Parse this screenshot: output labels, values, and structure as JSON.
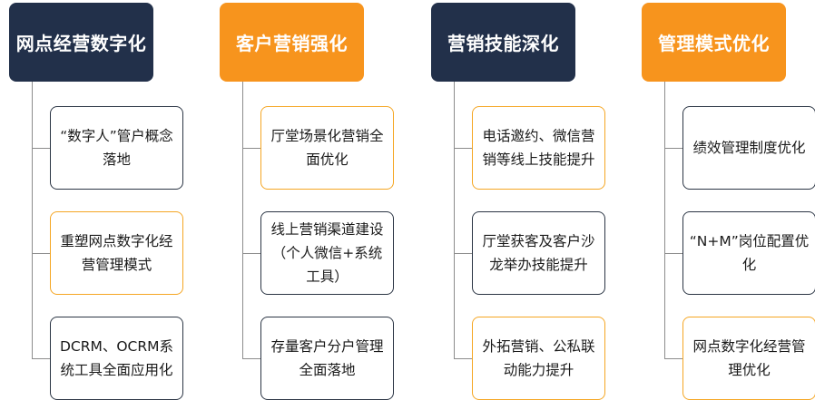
{
  "colors": {
    "navy": "#22304a",
    "orange": "#f7941d",
    "card_border_navy": "#2b3544",
    "card_border_orange": "#f5a623",
    "connector": "#8c8c8c"
  },
  "columns": [
    {
      "title": "网点经营数字化",
      "header_color": "navy",
      "items": [
        {
          "text": "“数字人”管户概念落地",
          "border": "navy"
        },
        {
          "text": "重塑网点数字化经营管理模式",
          "border": "orange"
        },
        {
          "text": "DCRM、OCRM系统工具全面应用化",
          "border": "navy"
        }
      ]
    },
    {
      "title": "客户营销强化",
      "header_color": "orange",
      "items": [
        {
          "text": "厅堂场景化营销全面优化",
          "border": "orange"
        },
        {
          "text": "线上营销渠道建设（个人微信+系统工具）",
          "border": "navy"
        },
        {
          "text": "存量客户分户管理全面落地",
          "border": "navy"
        }
      ]
    },
    {
      "title": "营销技能深化",
      "header_color": "navy",
      "items": [
        {
          "text": "电话邀约、微信营销等线上技能提升",
          "border": "orange"
        },
        {
          "text": "厅堂获客及客户沙龙举办技能提升",
          "border": "navy"
        },
        {
          "text": "外拓营销、公私联动能力提升",
          "border": "orange"
        }
      ]
    },
    {
      "title": "管理模式优化",
      "header_color": "orange",
      "items": [
        {
          "text": "绩效管理制度优化",
          "border": "navy"
        },
        {
          "text": "“N+M”岗位配置优化",
          "border": "navy"
        },
        {
          "text": "网点数字化经营管理优化",
          "border": "orange"
        }
      ]
    }
  ]
}
